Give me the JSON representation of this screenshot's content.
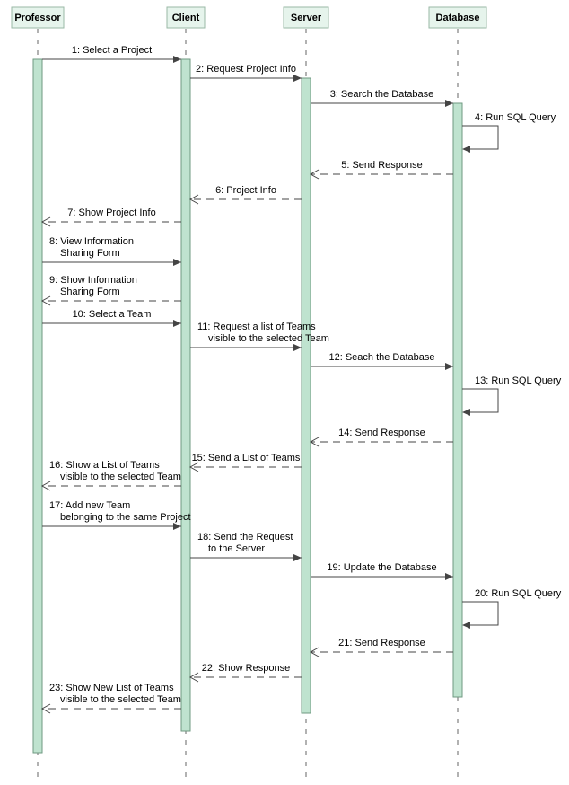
{
  "participants": [
    {
      "name": "Professor"
    },
    {
      "name": "Client"
    },
    {
      "name": "Server"
    },
    {
      "name": "Database"
    }
  ],
  "messages": [
    {
      "from": "Professor",
      "to": "Client",
      "lines": [
        "1: Select a Project"
      ],
      "style": "solid"
    },
    {
      "from": "Client",
      "to": "Server",
      "lines": [
        "2: Request Project Info"
      ],
      "style": "solid"
    },
    {
      "from": "Server",
      "to": "Database",
      "lines": [
        "3: Search the Database"
      ],
      "style": "solid"
    },
    {
      "from": "Database",
      "to": "Database",
      "lines": [
        "4: Run SQL Query"
      ],
      "style": "self"
    },
    {
      "from": "Database",
      "to": "Server",
      "lines": [
        "5: Send Response"
      ],
      "style": "dashed"
    },
    {
      "from": "Server",
      "to": "Client",
      "lines": [
        "6: Project Info"
      ],
      "style": "dashed"
    },
    {
      "from": "Client",
      "to": "Professor",
      "lines": [
        "7: Show Project Info"
      ],
      "style": "dashed"
    },
    {
      "from": "Professor",
      "to": "Client",
      "lines": [
        "8: View Information",
        "Sharing Form"
      ],
      "style": "solid"
    },
    {
      "from": "Client",
      "to": "Professor",
      "lines": [
        "9: Show Information",
        "Sharing Form"
      ],
      "style": "dashed"
    },
    {
      "from": "Professor",
      "to": "Client",
      "lines": [
        "10: Select a Team"
      ],
      "style": "solid"
    },
    {
      "from": "Client",
      "to": "Server",
      "lines": [
        "11: Request a list of Teams",
        "visible to the selected Team"
      ],
      "style": "solid"
    },
    {
      "from": "Server",
      "to": "Database",
      "lines": [
        "12: Seach the Database"
      ],
      "style": "solid"
    },
    {
      "from": "Database",
      "to": "Database",
      "lines": [
        "13: Run SQL Query"
      ],
      "style": "self"
    },
    {
      "from": "Database",
      "to": "Server",
      "lines": [
        "14: Send Response"
      ],
      "style": "dashed"
    },
    {
      "from": "Server",
      "to": "Client",
      "lines": [
        "15: Send a List of Teams"
      ],
      "style": "dashed"
    },
    {
      "from": "Client",
      "to": "Professor",
      "lines": [
        "16: Show a List of Teams",
        "visible to the selected Team"
      ],
      "style": "dashed"
    },
    {
      "from": "Professor",
      "to": "Client",
      "lines": [
        "17: Add new Team",
        "belonging to the same Project"
      ],
      "style": "solid"
    },
    {
      "from": "Client",
      "to": "Server",
      "lines": [
        "18: Send the Request",
        "to the Server"
      ],
      "style": "solid"
    },
    {
      "from": "Server",
      "to": "Database",
      "lines": [
        "19: Update the Database"
      ],
      "style": "solid"
    },
    {
      "from": "Database",
      "to": "Database",
      "lines": [
        "20: Run SQL Query"
      ],
      "style": "self"
    },
    {
      "from": "Database",
      "to": "Server",
      "lines": [
        "21: Send Response"
      ],
      "style": "dashed"
    },
    {
      "from": "Server",
      "to": "Client",
      "lines": [
        "22: Show Response"
      ],
      "style": "dashed"
    },
    {
      "from": "Client",
      "to": "Professor",
      "lines": [
        "23: Show New List of Teams",
        "visible to the selected Team"
      ],
      "style": "dashed"
    }
  ],
  "colors": {
    "header_fill": "#e6f4ec",
    "header_border": "#9ab8a6",
    "activation_fill": "#bfe3cf",
    "activation_border": "#6f9a82",
    "lifeline": "#666666",
    "arrow": "#444444"
  }
}
